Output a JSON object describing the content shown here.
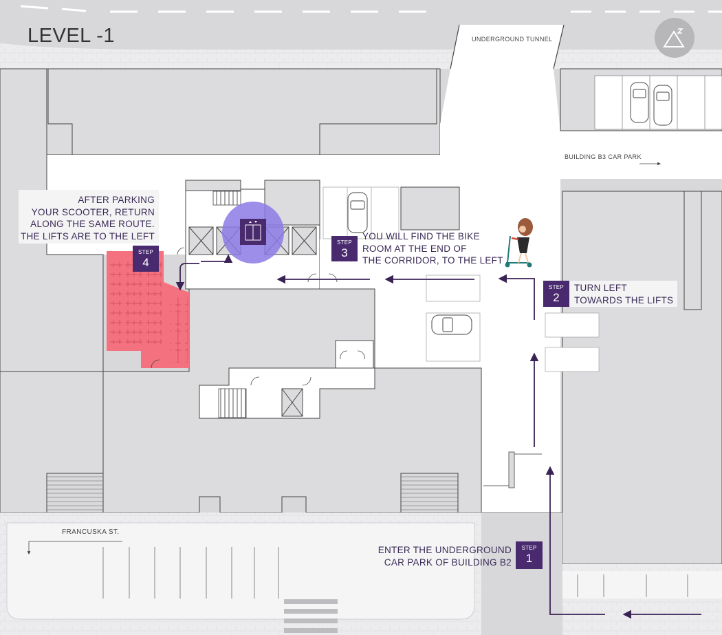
{
  "map": {
    "title": "LEVEL -1",
    "labels": {
      "underground_tunnel": "UNDERGROUND TUNNEL",
      "building_b3_car_park": "BUILDING B3 CAR PARK",
      "street": "FRANCUSKA ST."
    },
    "compass_icon": "north-arrow-icon",
    "colors": {
      "step_box": "#4a2a6e",
      "bike_room": "#f4727f",
      "lift_highlight": "#8c7ae6",
      "route_arrow": "#3a2255",
      "building_fill": "#dcdcde",
      "corridor_fill": "#ffffff"
    },
    "steps": [
      {
        "label": "STEP",
        "number": "1",
        "lines": [
          "ENTER THE UNDERGROUND",
          "CAR PARK OF BUILDING B2"
        ]
      },
      {
        "label": "STEP",
        "number": "2",
        "lines": [
          "TURN LEFT",
          "TOWARDS THE LIFTS"
        ]
      },
      {
        "label": "STEP",
        "number": "3",
        "lines": [
          "YOU WILL FIND THE BIKE",
          "ROOM AT THE END OF",
          "THE CORRIDOR, TO THE LEFT"
        ]
      },
      {
        "label": "STEP",
        "number": "4",
        "lines": [
          "AFTER PARKING",
          "YOUR SCOOTER, RETURN",
          "ALONG THE SAME ROUTE.",
          "THE LIFTS ARE TO THE LEFT"
        ]
      }
    ]
  }
}
